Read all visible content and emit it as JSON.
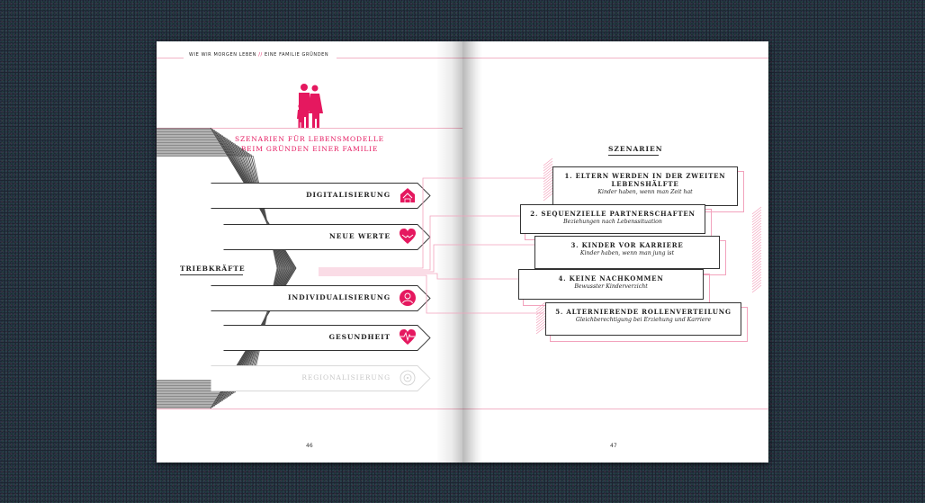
{
  "spread": {
    "running_head": {
      "left": "WIE WIR MORGEN LEBEN",
      "sep": "//",
      "right": "EINE FAMILIE GRÜNDEN"
    },
    "left_page": {
      "title_line1": "SZENARIEN FÜR LEBENSMODELLE",
      "title_line2": "BEIM GRÜNDEN EINER FAMILIE",
      "drivers_label": "TRIEBKRÄFTE",
      "drivers": [
        {
          "label": "DIGITALISIERUNG",
          "icon": "house-icon",
          "active": true
        },
        {
          "label": "NEUE WERTE",
          "icon": "heart-hands-icon",
          "active": true
        },
        {
          "label": "INDIVIDUALISIERUNG",
          "icon": "person-head-icon",
          "active": true
        },
        {
          "label": "GESUNDHEIT",
          "icon": "heartbeat-icon",
          "active": true
        },
        {
          "label": "REGIONALISIERUNG",
          "icon": "target-icon",
          "active": false
        }
      ],
      "page_number": "46"
    },
    "right_page": {
      "heading": "SZENARIEN",
      "scenarios": [
        {
          "title1": "1. ELTERN WERDEN IN DER ZWEITEN",
          "title2": "LEBENSHÄLFTE",
          "subtitle": "Kinder haben, wenn man Zeit hat"
        },
        {
          "title1": "2. SEQUENZIELLE PARTNERSCHAFTEN",
          "title2": "",
          "subtitle": "Beziehungen nach Lebenssituation"
        },
        {
          "title1": "3. KINDER VOR KARRIERE",
          "title2": "",
          "subtitle": "Kinder haben, wenn man jung ist"
        },
        {
          "title1": "4. KEINE NACHKOMMEN",
          "title2": "",
          "subtitle": "Bewusster Kinderverzicht"
        },
        {
          "title1": "5. ALTERNIERENDE ROLLENVERTEILUNG",
          "title2": "",
          "subtitle": "Gleichberechtigung bei Erziehung und Karriere"
        }
      ],
      "page_number": "47"
    },
    "colors": {
      "accent": "#e5185f",
      "accent_light": "#f2b3c6",
      "ink": "#222222",
      "faded": "#c8c8c8"
    }
  }
}
